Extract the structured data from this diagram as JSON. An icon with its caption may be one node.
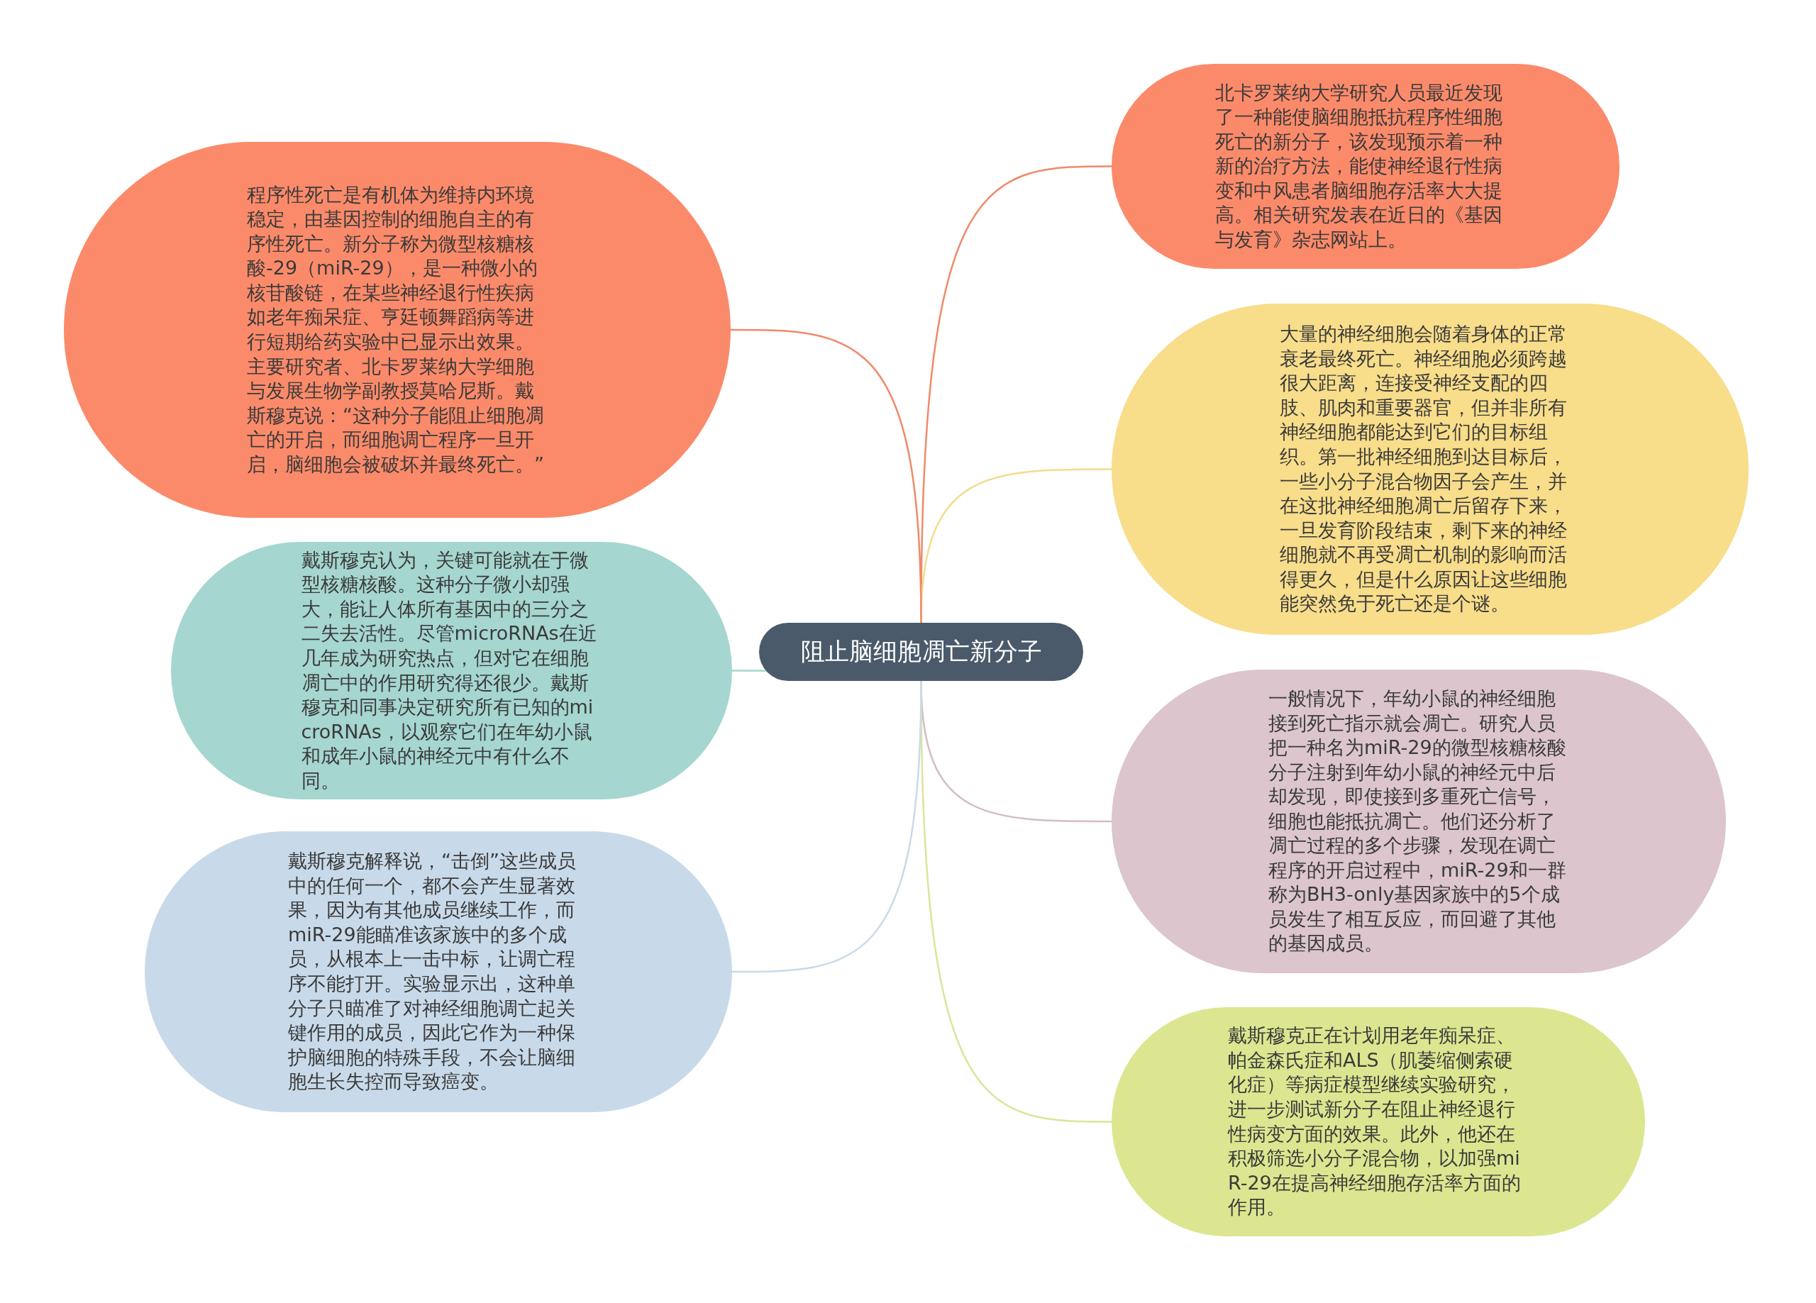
{
  "diagram": {
    "nodes": [
      {
        "text": [
          "阻止脑细胞凋亡新分子"
        ]
      },
      {
        "text": [
          "北卡罗莱纳大学研究人员最近发现了一种能使脑细胞抵抗程序性细胞死亡的新分子，该发现预示着一种新的治疗方法，能使神经退行性病变和中风患者脑细胞存活率大大提高。相关研究发表在近日的《基因与发育》杂志网站上。"
        ]
      },
      {
        "text": [
          "大量的神经细胞会随着身体的正常衰老最终死亡。神经细胞必须跨越很大距离，连接受神经支配的四肢、肌肉和重要器官，但并非所有神经细胞都能达到它们的目标组织。第一批神经细胞到达目标后，一些小分子混合物因子会产生，并在这批神经细胞凋亡后留存下来，一旦发育阶段结束，剩下来的神经细胞就不再受凋亡机制的影响而活得更久，但是什么原因让这些细胞能突然免于死亡还是个谜。"
        ]
      },
      {
        "text": [
          "一般情况下，年幼小鼠的神经细胞接到死亡指示就会凋亡。研究人员把一种名为miR-29的微型核糖核酸分子注射到年幼小鼠的神经元中后却发现，即使接到多重死亡信号，细胞也能抵抗凋亡。他们还分析了凋亡过程的多个步骤，发现在调亡程序的开启过程中，miR-29和一群称为BH3-only基因家族中的5个成员发生了相互反应，而回避了其他的基因成员。"
        ]
      },
      {
        "text": [
          "戴斯穆克正在计划用老年痴呆症、帕金森氏症和ALS（肌萎缩侧索硬化症）等病症模型继续实验研究，进一步测试新分子在阻止神经退行性病变方面的效果。此外，他还在积极筛选小分子混合物，以加强miR-29在提高神经细胞存活率方面的作用。"
        ]
      },
      {
        "text": [
          "程序性死亡是有机体为维持内环境稳定，由基因控制的细胞自主的有序性死亡。新分子称为微型核糖核酸-29（miR-29），是一种微小的核苷酸链，在某些神经退行性疾病如老年痴呆症、亨廷顿舞蹈病等进行短期给药实验中已显示出效果。主要研究者、北卡罗莱纳大学细胞与发展生物学副教授莫哈尼斯。戴斯穆克说：“这种分子能阻止细胞凋亡的开启，而细胞调亡程序一旦开启，脑细胞会被破坏并最终死亡。”"
        ]
      },
      {
        "text": [
          "戴斯穆克认为，关键可能就在于微型核糖核酸。这种分子微小却强大，能让人体所有基因中的三分之二失去活性。尽管microRNAs在近几年成为研究热点，但对它在细胞凋亡中的作用研究得还很少。戴斯穆克和同事决定研究所有已知的microRNAs，以观察它们在年幼小鼠和成年小鼠的神经元中有什么不同。"
        ]
      },
      {
        "text": [
          "戴斯穆克解释说，“击倒”这些成员中的任何一个，都不会产生显著效果，因为有其他成员继续工作，而miR-29能瞄准该家族中的多个成员，从根本上一击中标，让调亡程序不能打开。实验显示出，这种单分子只瞄准了对神经细胞调亡起关键作用的成员，因此它作为一种保护脑细胞的特殊手段，不会让脑细胞生长失控而导致癌变。"
        ]
      }
    ],
    "edges": [
      {
        "from": 0,
        "to": 1,
        "arrow": "none",
        "color": "#ef8a6a"
      },
      {
        "from": 0,
        "to": 2,
        "arrow": "none",
        "color": "#f3dc8c"
      },
      {
        "from": 0,
        "to": 3,
        "arrow": "none",
        "color": "#d4bcc5"
      },
      {
        "from": 0,
        "to": 4,
        "arrow": "none",
        "color": "#dbe59a"
      },
      {
        "from": 0,
        "to": 5,
        "arrow": "none",
        "color": "#ef8a6a"
      },
      {
        "from": 0,
        "to": 6,
        "arrow": "none",
        "color": "#a5d6cf"
      },
      {
        "from": 0,
        "to": 7,
        "arrow": "none",
        "color": "#c8daea"
      }
    ]
  }
}
